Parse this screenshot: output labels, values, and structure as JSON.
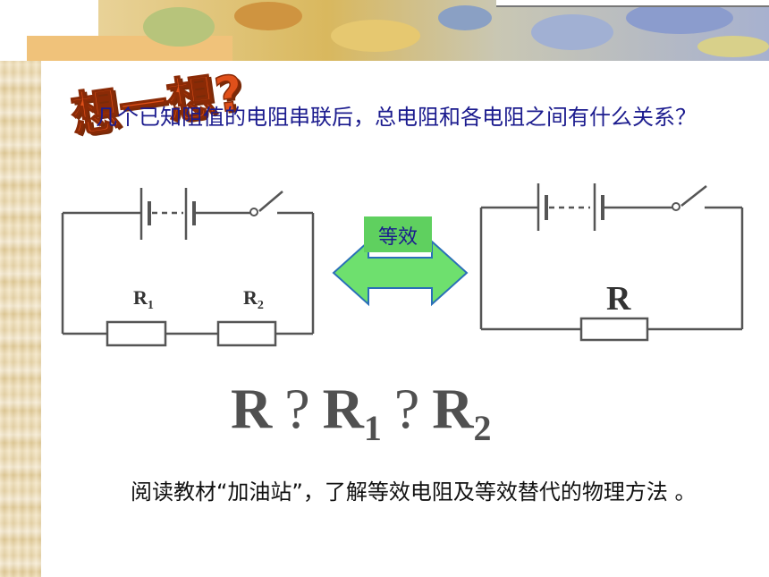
{
  "title": "想一想?",
  "question": "几个已知阻值的电阻串联后，总电阻和各电阻之间有什么关系？",
  "circuit_left": {
    "r1_label": "R",
    "r1_sub": "1",
    "r2_label": "R",
    "r2_sub": "2"
  },
  "equivalence_label": "等效",
  "circuit_right": {
    "r_label": "R"
  },
  "formula": {
    "r": "R",
    "q1": "?",
    "r1": "R",
    "r1_sub": "1",
    "q2": "?",
    "r2": "R",
    "r2_sub": "2"
  },
  "reading_text": "阅读教材“加油站”，了解等效电阻及等效替代的物理方法 。",
  "colors": {
    "question": "#1b1b8e",
    "arrow_fill": "#6ee06e",
    "arrow_stroke": "#2a6fb8",
    "title": "#d23a10",
    "formula": "#505050"
  }
}
